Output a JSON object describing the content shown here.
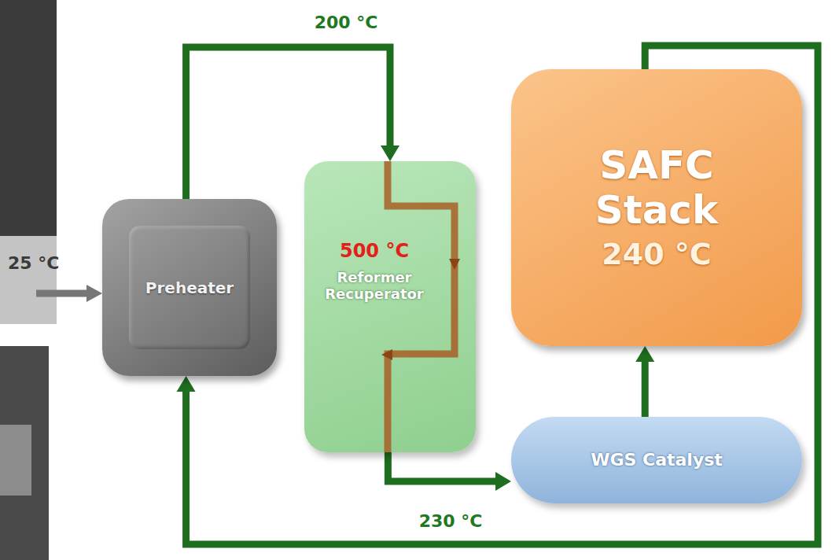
{
  "diagram": {
    "nodes": [
      {
        "text": [
          "Preheater"
        ]
      },
      {
        "text": [
          "500 °C",
          "Reformer Recuperator"
        ]
      },
      {
        "text": [
          "SAFC Stack",
          "240 °C"
        ]
      },
      {
        "text": [
          "WGS Catalyst"
        ]
      }
    ],
    "edges": [
      {
        "from": 0,
        "to": 1,
        "arrow": "to",
        "label": "200 °C"
      },
      {
        "from": 1,
        "to": 3,
        "arrow": "to",
        "label": "230 °C"
      },
      {
        "from": 3,
        "to": 2,
        "arrow": "to"
      },
      {
        "from": 2,
        "to": 0,
        "arrow": "to"
      }
    ],
    "labels": [
      "25 °C"
    ]
  }
}
